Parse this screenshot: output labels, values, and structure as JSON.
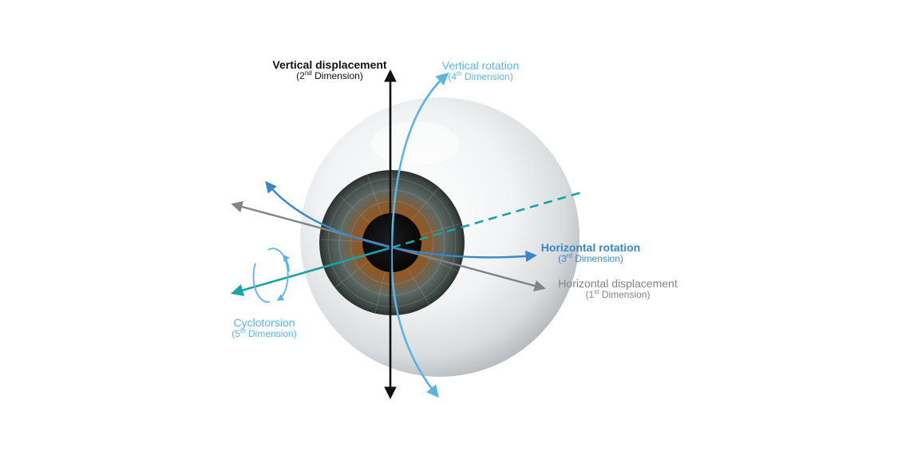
{
  "colors": {
    "vertical_displacement": "#111111",
    "vertical_rotation": "#5db4e4",
    "horizontal_rotation": "#3a86c8",
    "horizontal_displacement": "#7f8587",
    "cyclotorsion": "#1aa3a3",
    "cyclotorsion_label": "#5db4e4",
    "sclera": "#eef0f1",
    "iris": "#4f5a56",
    "iris_inner": "#a05a1c",
    "pupil": "#0d0e10"
  },
  "labels": {
    "vertical_displacement": {
      "title": "Vertical displacement",
      "ord": "2",
      "sup": "nd",
      "dim": "Dimension"
    },
    "vertical_rotation": {
      "title": "Vertical rotation",
      "ord": "4",
      "sup": "th",
      "dim": "Dimension"
    },
    "horizontal_rotation": {
      "title": "Horizontal rotation",
      "ord": "3",
      "sup": "rd",
      "dim": "Dimension"
    },
    "horizontal_displacement": {
      "title": "Horizontal displacement",
      "ord": "1",
      "sup": "st",
      "dim": "Dimension"
    },
    "cyclotorsion": {
      "title": "Cyclotorsion",
      "ord": "5",
      "sup": "th",
      "dim": "Dimension"
    }
  },
  "image": {
    "subject": "eyeball-illustration"
  }
}
